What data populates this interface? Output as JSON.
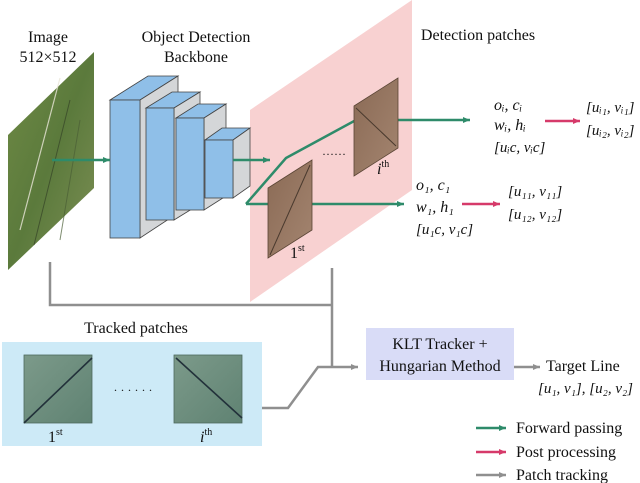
{
  "input": {
    "title": "Image",
    "size": "512×512"
  },
  "backbone": {
    "title_line1": "Object Detection",
    "title_line2": "Backbone"
  },
  "detection": {
    "title": "Detection patches",
    "dots": "······",
    "first_label": "1",
    "first_sup": "st",
    "ith_label": "i",
    "ith_sup": "th"
  },
  "outputs": {
    "ith": {
      "line1": "oᵢ, cᵢ",
      "line2": "wᵢ, hᵢ",
      "line3": "[uᵢc, vᵢc]",
      "post1": "[uᵢ₁, vᵢ₁]",
      "post2": "[uᵢ₂, vᵢ₂]"
    },
    "first": {
      "line1": "o₁, c₁",
      "line2": "w₁, h₁",
      "line3": "[u₁c, v₁c]",
      "post1": "[u₁₁, v₁₁]",
      "post2": "[u₁₂, v₁₂]"
    }
  },
  "tracked": {
    "title": "Tracked patches",
    "dots": "· · · · · ·",
    "first_label": "1",
    "first_sup": "st",
    "ith_label": "i",
    "ith_sup": "th"
  },
  "klt": {
    "line1": "KLT Tracker +",
    "line2": "Hungarian Method"
  },
  "target": {
    "title": "Target Line",
    "value": "[u₁, v₁], [u₂, v₂]"
  },
  "legend": [
    {
      "label": "Forward passing",
      "color": "#2e8b6a"
    },
    {
      "label": "Post processing",
      "color": "#d63a6a"
    },
    {
      "label": "Patch tracking",
      "color": "#8f8f8f"
    }
  ],
  "colors": {
    "forward": "#2e8b6a",
    "post": "#d63a6a",
    "tracking": "#8f8f8f",
    "detection_panel": "#f7c9c9",
    "tracked_panel": "#cdeaf7",
    "klt_box": "#d9dcf7",
    "cube_blue": "#8fbfe8",
    "cube_gray": "#d4d6d8"
  }
}
